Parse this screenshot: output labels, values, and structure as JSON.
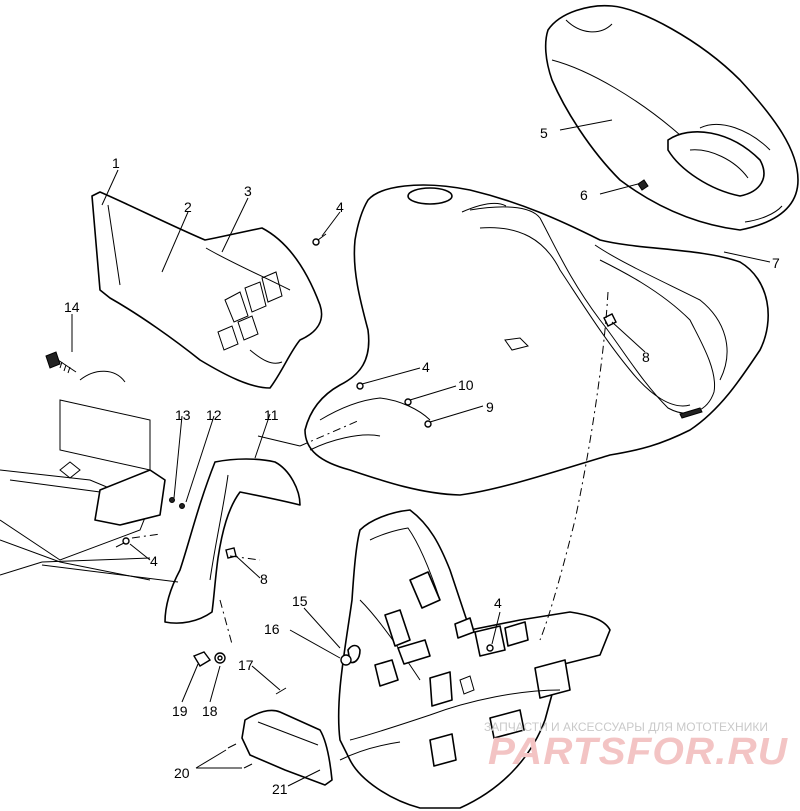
{
  "callouts": [
    {
      "id": "c1",
      "label": "1"
    },
    {
      "id": "c2",
      "label": "2"
    },
    {
      "id": "c3",
      "label": "3"
    },
    {
      "id": "c4a",
      "label": "4"
    },
    {
      "id": "c4b",
      "label": "4"
    },
    {
      "id": "c4c",
      "label": "4"
    },
    {
      "id": "c4d",
      "label": "4"
    },
    {
      "id": "c5",
      "label": "5"
    },
    {
      "id": "c6",
      "label": "6"
    },
    {
      "id": "c7",
      "label": "7"
    },
    {
      "id": "c8a",
      "label": "8"
    },
    {
      "id": "c8b",
      "label": "8"
    },
    {
      "id": "c9",
      "label": "9"
    },
    {
      "id": "c10",
      "label": "10"
    },
    {
      "id": "c11",
      "label": "11"
    },
    {
      "id": "c12",
      "label": "12"
    },
    {
      "id": "c13",
      "label": "13"
    },
    {
      "id": "c14",
      "label": "14"
    },
    {
      "id": "c15",
      "label": "15"
    },
    {
      "id": "c16",
      "label": "16"
    },
    {
      "id": "c17",
      "label": "17"
    },
    {
      "id": "c18",
      "label": "18"
    },
    {
      "id": "c19",
      "label": "19"
    },
    {
      "id": "c20",
      "label": "20"
    },
    {
      "id": "c21",
      "label": "21"
    }
  ],
  "watermark": {
    "tagline": "ЗАПЧАСТИ И АКСЕССУАРЫ ДЛЯ МОТОТЕХНИКИ",
    "brand": "PARTSFOR.RU",
    "color": "#e07070"
  }
}
